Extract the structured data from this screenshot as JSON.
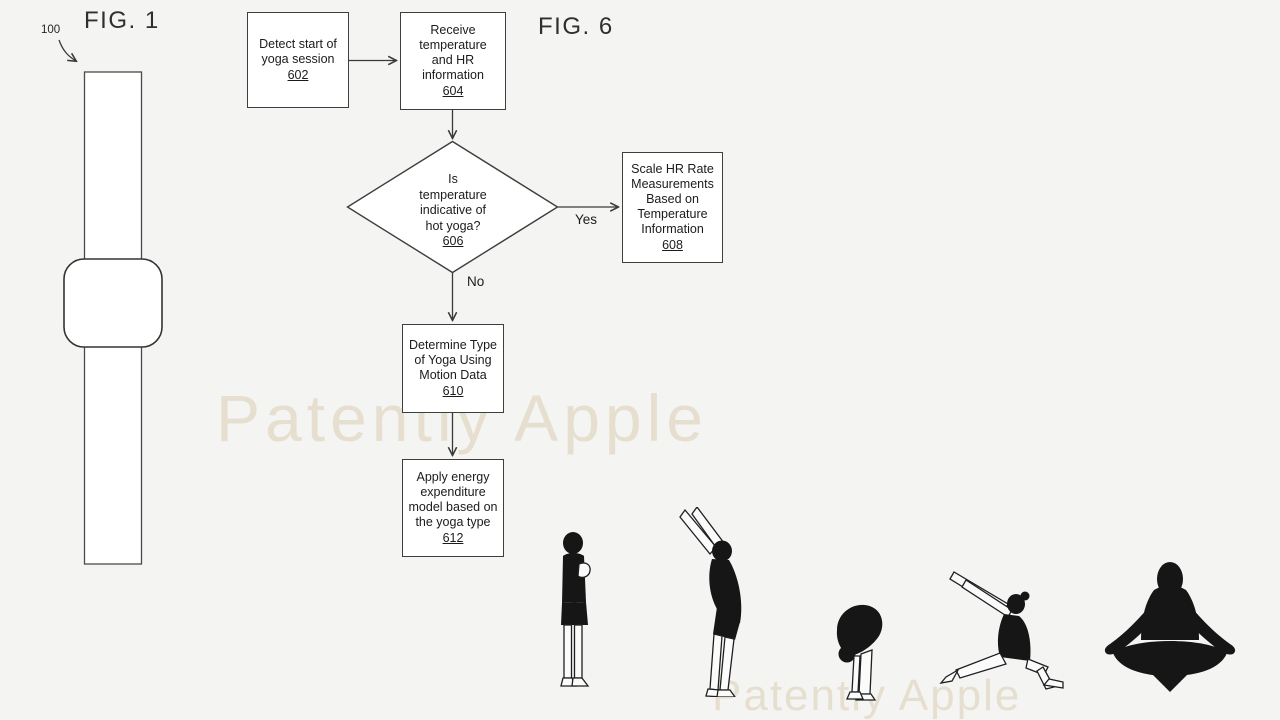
{
  "page": {
    "background_color": "#f4f4f2",
    "line_color": "#3a3a3a",
    "watermark_color": "#e6dfd0"
  },
  "fig1": {
    "label": "FIG. 1",
    "watch_ref": "100"
  },
  "fig6": {
    "label": "FIG. 6"
  },
  "flowchart": {
    "boxes": [
      {
        "ref": "602",
        "label": "Detect start of\nyoga session"
      },
      {
        "ref": "604",
        "label": "Receive\ntemperature\nand HR\ninformation"
      },
      {
        "ref": "606",
        "label": "Is\ntemperature\nindicative of\nhot yoga?"
      },
      {
        "ref": "608",
        "label": "Scale HR Rate\nMeasurements\nBased on\nTemperature\nInformation"
      },
      {
        "ref": "610",
        "label": "Determine Type\nof Yoga Using\nMotion Data"
      },
      {
        "ref": "612",
        "label": "Apply energy\nexpenditure\nmodel based on\nthe yoga type"
      }
    ],
    "edge_labels": {
      "yes": "Yes",
      "no": "No"
    }
  },
  "watermarks": {
    "center": "Patently Apple",
    "bottom": "Patently Apple"
  },
  "yoga_poses": [
    {
      "name": "mountain-prayer-pose"
    },
    {
      "name": "upward-salute-pose"
    },
    {
      "name": "standing-forward-fold-pose"
    },
    {
      "name": "crescent-lunge-pose"
    },
    {
      "name": "lotus-meditation-pose"
    }
  ]
}
